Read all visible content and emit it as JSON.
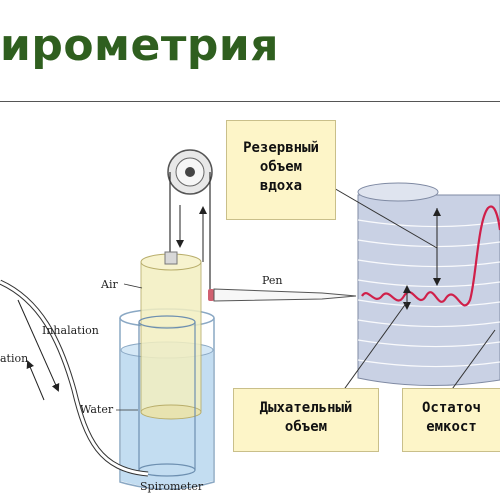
{
  "title": "ирометрия",
  "callouts": {
    "reserve": [
      "Резервный",
      "объем",
      "вдоха"
    ],
    "tidal": [
      "Дыхательный",
      "объем"
    ],
    "residual": [
      "Остаточ",
      "емкост"
    ]
  },
  "labels": {
    "air": "Air",
    "pen": "Pen",
    "inhalation": "Inhalation",
    "exhalation": "ation",
    "water": "Water",
    "spirometer": "Spirometer"
  },
  "colors": {
    "title": "#2f5f1f",
    "trace": "#d0204a",
    "drum": "#c9d1e4",
    "water": "#bcd9f0",
    "air_cylinder": "#f3efc0",
    "callout": "#fdf5c8"
  }
}
